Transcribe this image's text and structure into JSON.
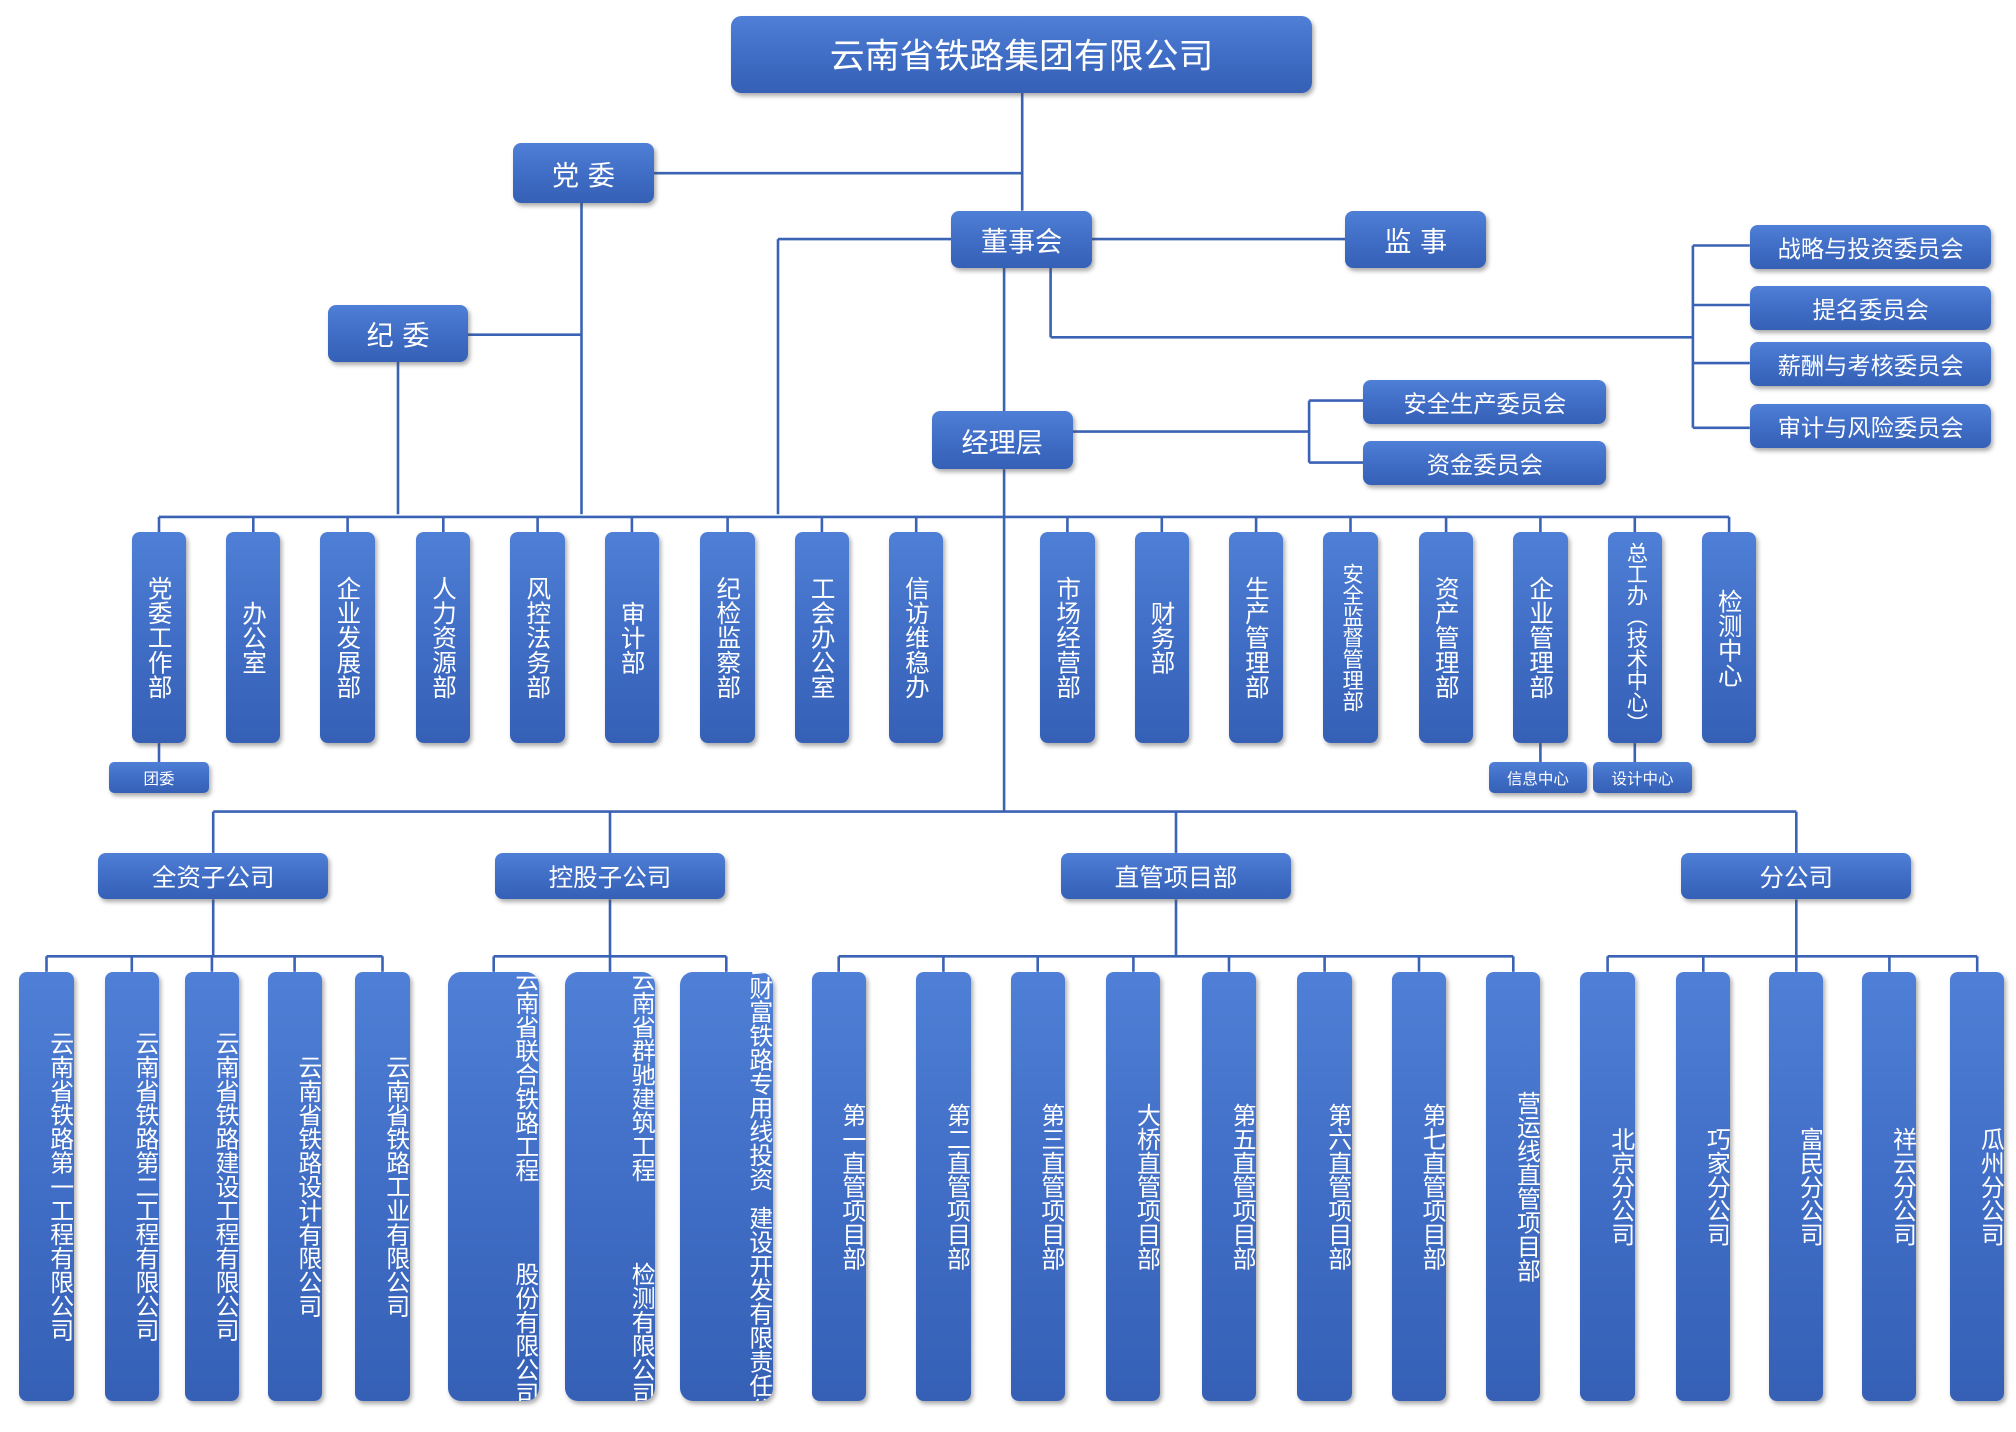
{
  "colors": {
    "node_fill": "#4471c4",
    "line": "#3b63b5",
    "text": "#ffffff",
    "background": "#ffffff"
  },
  "root": {
    "label": "云南省铁路集团有限公司"
  },
  "level1": {
    "party": "党 委",
    "discipline": "纪 委",
    "board": "董事会",
    "supervisor": "监 事",
    "management": "经理层"
  },
  "board_committees": [
    "战略与投资委员会",
    "提名委员会",
    "薪酬与考核委员会",
    "审计与风险委员会"
  ],
  "management_committees": [
    "安全生产委员会",
    "资金委员会"
  ],
  "departments": [
    {
      "label": "党委工作部",
      "sub": "团委"
    },
    {
      "label": "办公室"
    },
    {
      "label": "企业发展部"
    },
    {
      "label": "人力资源部"
    },
    {
      "label": "风控法务部"
    },
    {
      "label": "审计部"
    },
    {
      "label": "纪检监察部"
    },
    {
      "label": "工会办公室"
    },
    {
      "label": "信访维稳办"
    },
    {
      "label": "市场经营部"
    },
    {
      "label": "财务部"
    },
    {
      "label": "生产管理部"
    },
    {
      "label": "安全监督管理部"
    },
    {
      "label": "资产管理部"
    },
    {
      "label": "企业管理部",
      "sub": "信息中心"
    },
    {
      "label": "总工办（技术中心）",
      "sub": "设计中心"
    },
    {
      "label": "检测中心"
    }
  ],
  "groups": [
    {
      "label": "全资子公司",
      "children": [
        {
          "cols": [
            "云南省铁路第一工程有限公司"
          ]
        },
        {
          "cols": [
            "云南省铁路第二工程有限公司"
          ]
        },
        {
          "cols": [
            "云南省铁路建设工程有限公司"
          ]
        },
        {
          "cols": [
            "云南省铁路设计有限公司"
          ]
        },
        {
          "cols": [
            "云南省铁路工业有限公司"
          ]
        }
      ]
    },
    {
      "label": "控股子公司",
      "children": [
        {
          "cols": [
            "云南省联合铁路工程",
            "股份有限公司"
          ]
        },
        {
          "cols": [
            "云南省群驰建筑工程",
            "检测有限公司"
          ]
        },
        {
          "cols": [
            "祥云财富铁路专用线投资",
            "建设开发有限责任公司"
          ]
        }
      ]
    },
    {
      "label": "直管项目部",
      "children": [
        {
          "cols": [
            "第一直管项目部"
          ]
        },
        {
          "cols": [
            "第二直管项目部"
          ]
        },
        {
          "cols": [
            "第三直管项目部"
          ]
        },
        {
          "cols": [
            "大桥直管项目部"
          ]
        },
        {
          "cols": [
            "第五直管项目部"
          ]
        },
        {
          "cols": [
            "第六直管项目部"
          ]
        },
        {
          "cols": [
            "第七直管项目部"
          ]
        },
        {
          "cols": [
            "营运线直管项目部"
          ]
        }
      ]
    },
    {
      "label": "分公司",
      "children": [
        {
          "cols": [
            "北京分公司"
          ]
        },
        {
          "cols": [
            "巧家分公司"
          ]
        },
        {
          "cols": [
            "富民分公司"
          ]
        },
        {
          "cols": [
            "祥云分公司"
          ]
        },
        {
          "cols": [
            "瓜州分公司"
          ]
        }
      ]
    }
  ]
}
